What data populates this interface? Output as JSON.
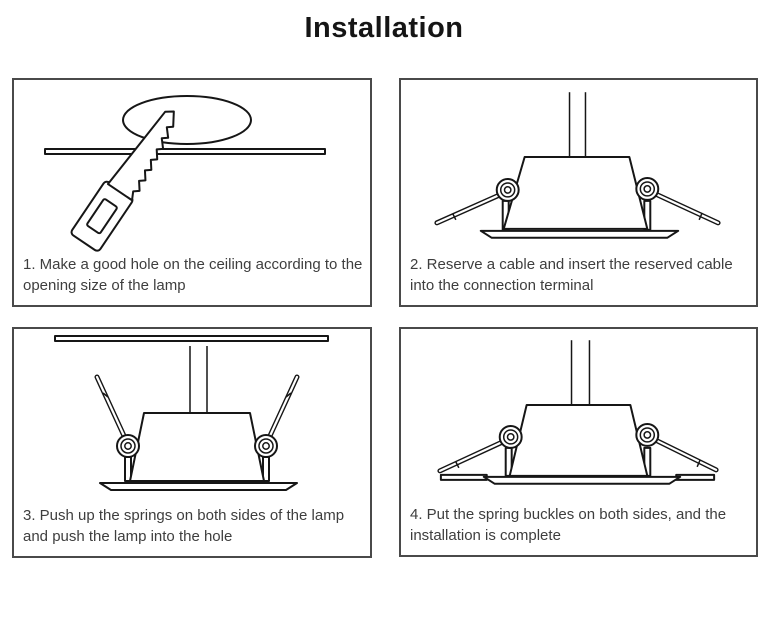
{
  "title": "Installation",
  "colors": {
    "background": "#ffffff",
    "line_art": "#161616",
    "panel_border": "#4a4a4a",
    "caption_text": "#3e3e3e"
  },
  "panels": [
    {
      "step": 1,
      "figure": "saw-cutting-hole-in-ceiling",
      "caption": "1. Make a good hole on the ceiling according to the opening size of the lamp"
    },
    {
      "step": 2,
      "figure": "downlight-with-reserved-cable-springs-down",
      "caption": "2. Reserve a cable and insert the reserved cable into the connection terminal"
    },
    {
      "step": 3,
      "figure": "downlight-below-ceiling-springs-pushed-up",
      "caption": "3. Push up the springs on both sides of the lamp and push the lamp into the hole"
    },
    {
      "step": 4,
      "figure": "downlight-installed-in-ceiling",
      "caption": "4. Put the spring buckles on both sides, and the installation is complete"
    }
  ]
}
